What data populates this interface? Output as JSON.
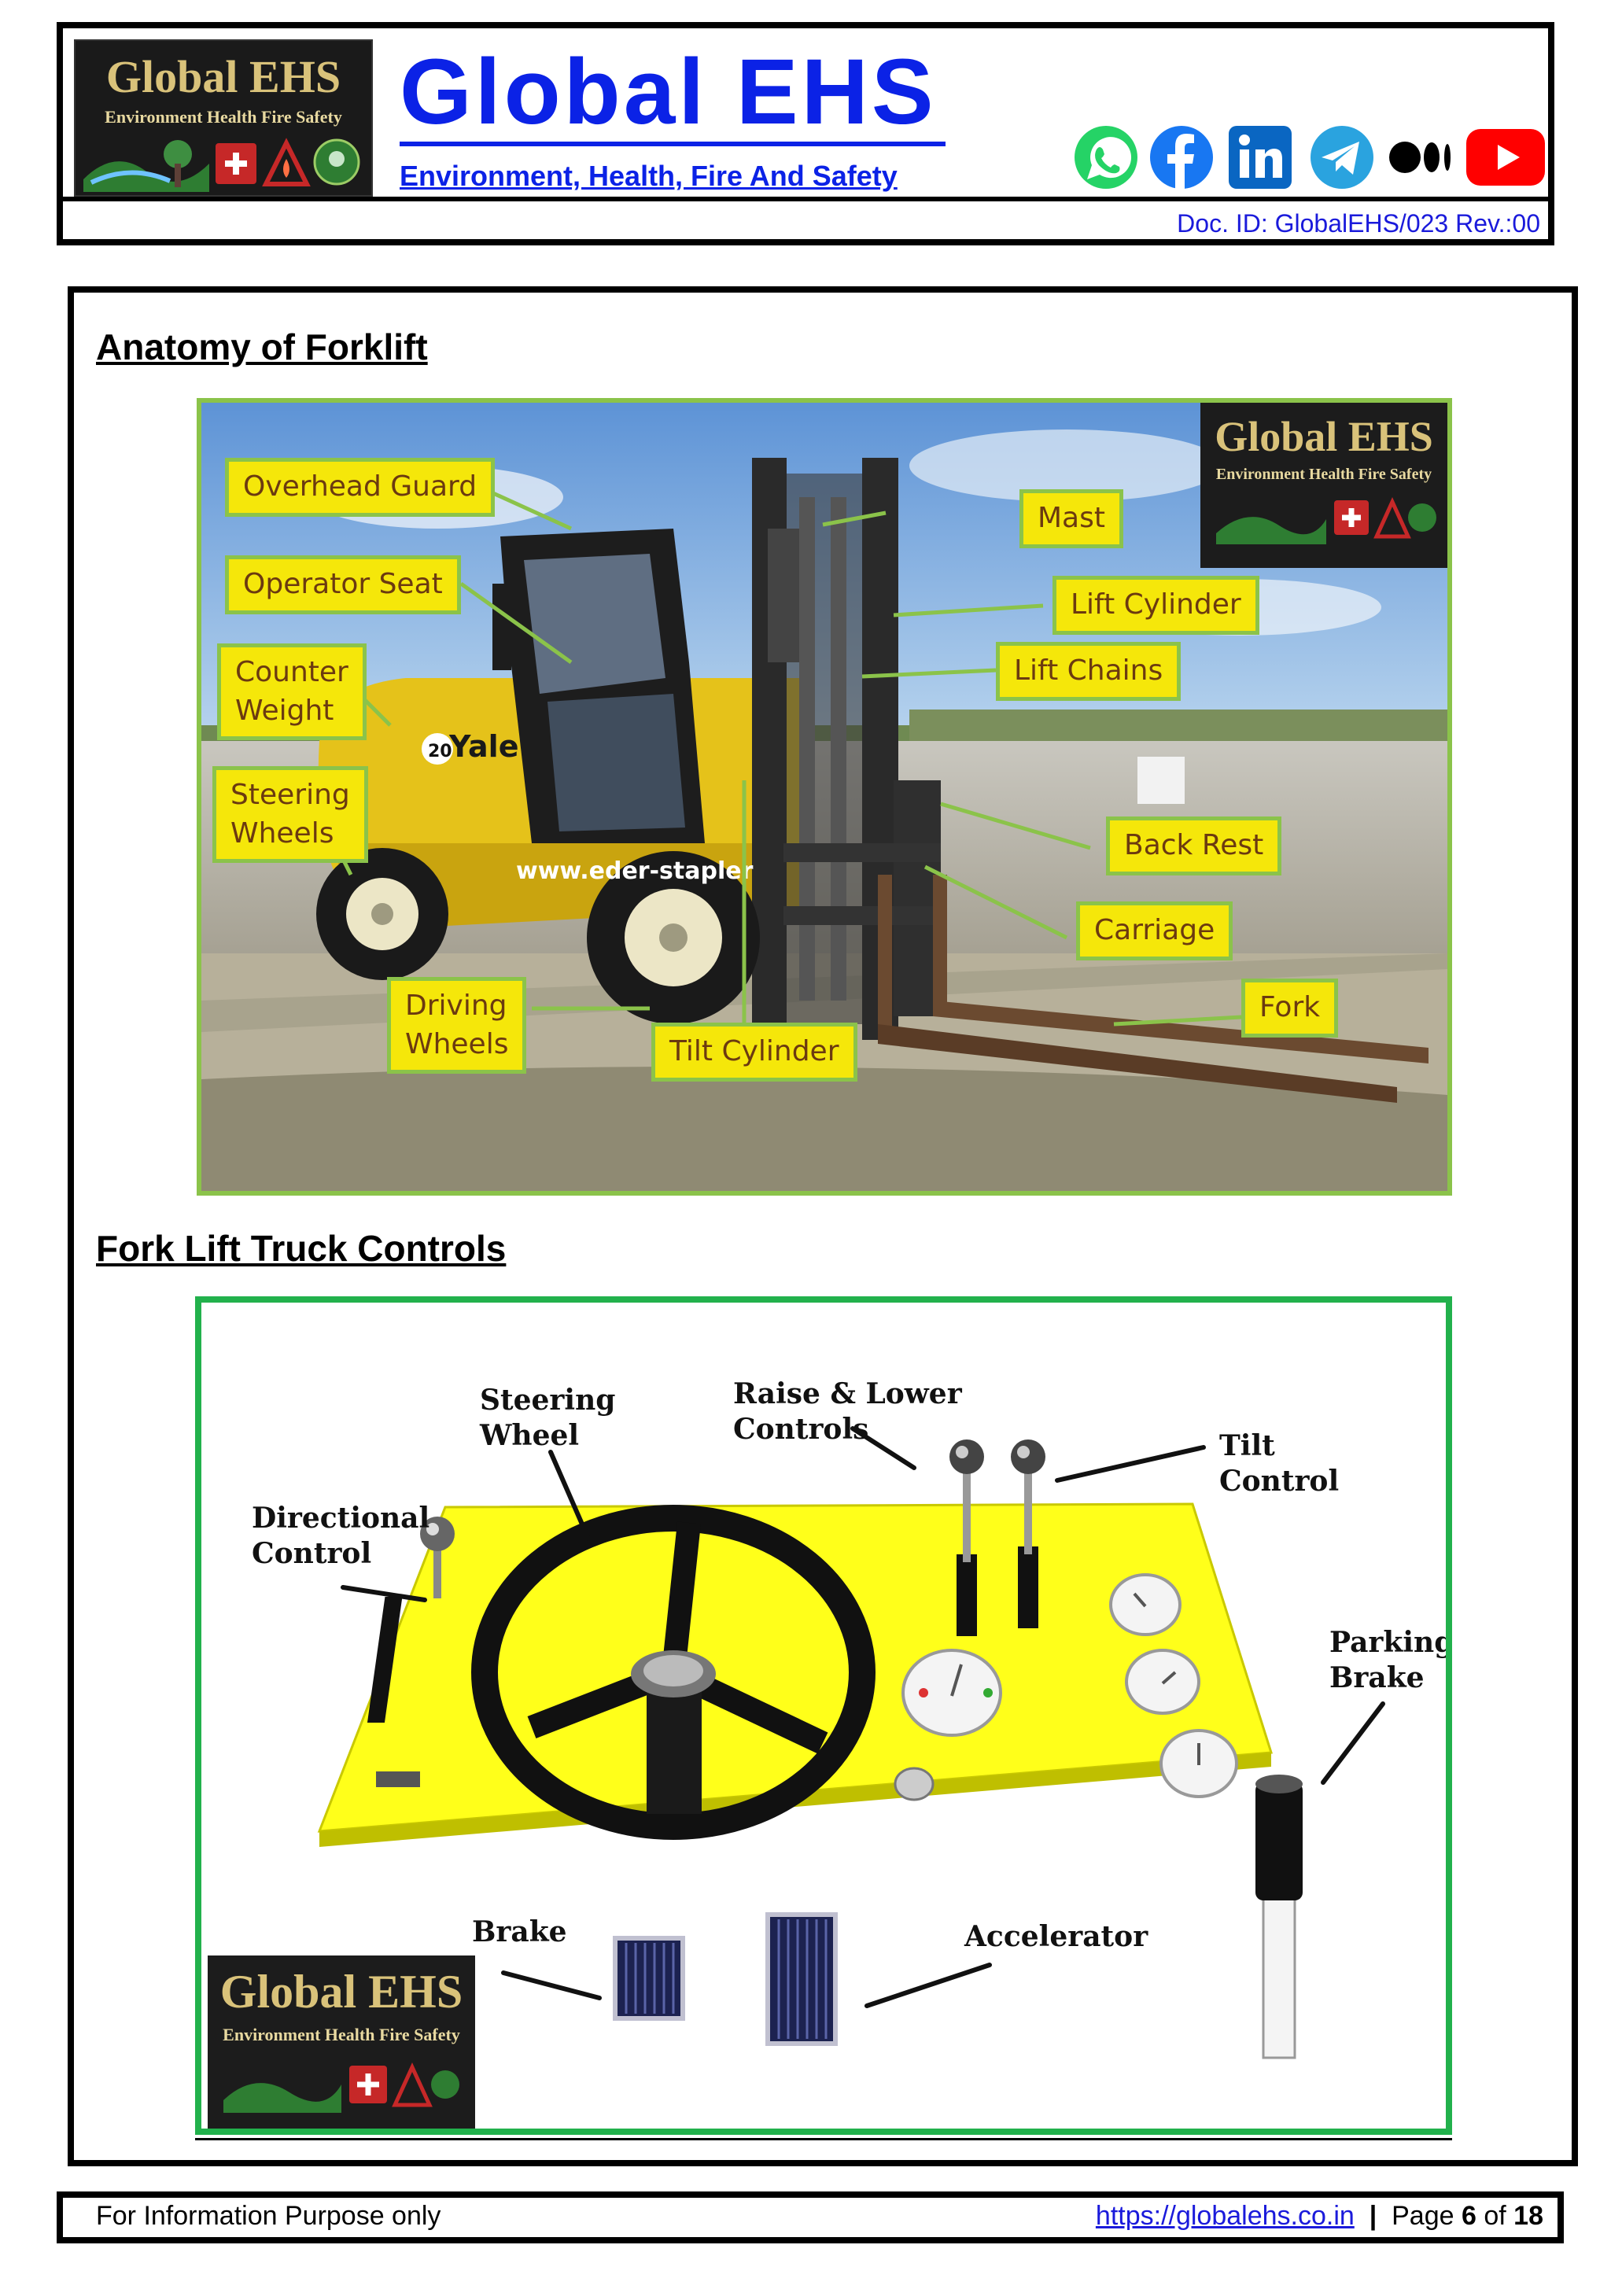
{
  "header": {
    "logo": {
      "title": "Global EHS",
      "subtitle": "Environment Health Fire Safety"
    },
    "brand_title": "Global EHS",
    "brand_subtitle": "Environment, Health, Fire And Safety",
    "social_icons": [
      "whatsapp-icon",
      "facebook-icon",
      "linkedin-icon",
      "telegram-icon",
      "medium-icon",
      "youtube-icon"
    ],
    "doc_id": "Doc. ID: GlobalEHS/023 Rev.:00"
  },
  "sections": {
    "anatomy_title": "Anatomy of Forklift",
    "controls_title": "Fork Lift Truck Controls"
  },
  "anatomy": {
    "watermark": {
      "title": "Global EHS",
      "subtitle": "Environment Health Fire Safety"
    },
    "truck_text": {
      "brand": "Yale",
      "web": "www.eder-stapler",
      "number": "20"
    },
    "labels": {
      "overhead_guard": "Overhead Guard",
      "operator_seat": "Operator Seat",
      "counter_weight": "Counter\nWeight",
      "steering_wheels": "Steering\nWheels",
      "driving_wheels": "Driving\nWheels",
      "tilt_cylinder": "Tilt Cylinder",
      "mast": "Mast",
      "lift_cylinder": "Lift Cylinder",
      "lift_chains": "Lift Chains",
      "back_rest": "Back Rest",
      "carriage": "Carriage",
      "fork": "Fork"
    }
  },
  "controls": {
    "labels": {
      "steering_wheel": "Steering\nWheel",
      "raise_lower": "Raise & Lower\nControls",
      "tilt_control": "Tilt\nControl",
      "directional_control": "Directional\nControl",
      "parking_brake": "Parking\nBrake",
      "brake": "Brake",
      "accelerator": "Accelerator"
    },
    "watermark": {
      "title": "Global EHS",
      "subtitle": "Environment Health Fire Safety"
    }
  },
  "footer": {
    "left": "For Information Purpose only",
    "url": "https://globalehs.co.in",
    "separator": "|",
    "page_prefix": "Page",
    "page_current": "6",
    "page_of": "of",
    "page_total": "18"
  },
  "colors": {
    "brand_blue": "#0b22e6",
    "label_yellow": "#f5e70a",
    "label_border_green": "#8bc34a",
    "controls_border_green": "#22b14c",
    "dashboard_yellow": "#ffff1a"
  }
}
